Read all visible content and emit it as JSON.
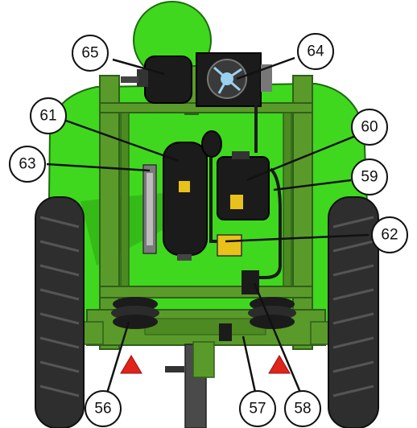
{
  "colors": {
    "machine_green": "#3fd81e",
    "frame_green": "#5a9a2a",
    "frame_dark": "#2f5f1a",
    "tank_black": "#1b1b1b",
    "tire_dark": "#2e2e2e",
    "warning_red": "#e0231b",
    "label_yellow": "#e8c21a",
    "callout_fill": "#ffffff",
    "callout_stroke": "#111111"
  },
  "icons": {
    "warning": "warning-triangle-icon"
  },
  "callouts": {
    "c56": "56",
    "c57": "57",
    "c58": "58",
    "c59": "59",
    "c60": "60",
    "c61": "61",
    "c62": "62",
    "c63": "63",
    "c64": "64",
    "c65": "65"
  }
}
